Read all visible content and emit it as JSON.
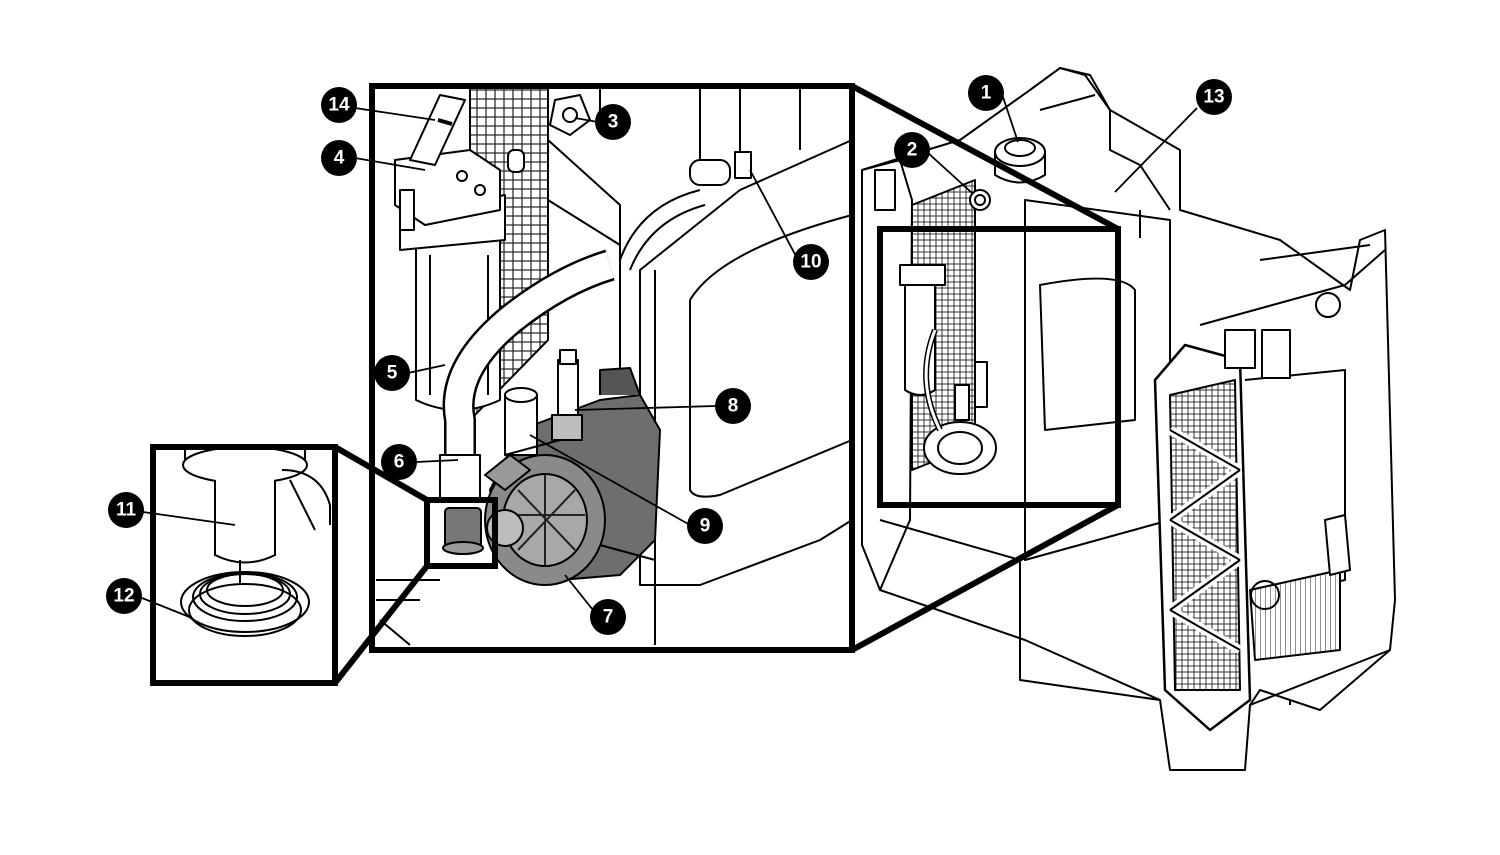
{
  "diagram": {
    "callouts": [
      {
        "id": "c1",
        "label": "1"
      },
      {
        "id": "c2",
        "label": "2"
      },
      {
        "id": "c3",
        "label": "3"
      },
      {
        "id": "c4",
        "label": "4"
      },
      {
        "id": "c5",
        "label": "5"
      },
      {
        "id": "c6",
        "label": "6"
      },
      {
        "id": "c7",
        "label": "7"
      },
      {
        "id": "c8",
        "label": "8"
      },
      {
        "id": "c9",
        "label": "9"
      },
      {
        "id": "c10",
        "label": "10"
      },
      {
        "id": "c11",
        "label": "11"
      },
      {
        "id": "c12",
        "label": "12"
      },
      {
        "id": "c13",
        "label": "13"
      },
      {
        "id": "c14",
        "label": "14"
      }
    ]
  },
  "colors": {
    "ink": "#000000",
    "paper": "#ffffff",
    "shade": "#6e6e6e",
    "light_shade": "#bdbdbd"
  }
}
